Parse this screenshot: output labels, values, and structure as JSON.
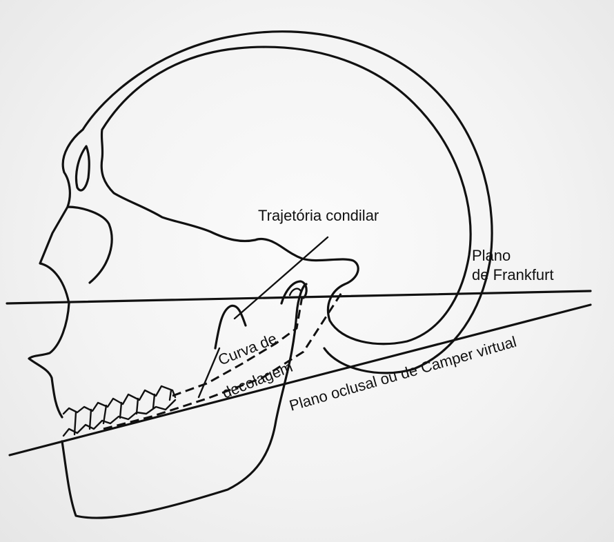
{
  "labels": {
    "trajetoria": "Trajetória condilar",
    "frankfurt_line1": "Plano",
    "frankfurt_line2": "de Frankfurt",
    "curva_line1": "Curva de",
    "curva_line2": "decolagem",
    "oclusal": "Plano oclusal ou de Camper virtual"
  }
}
